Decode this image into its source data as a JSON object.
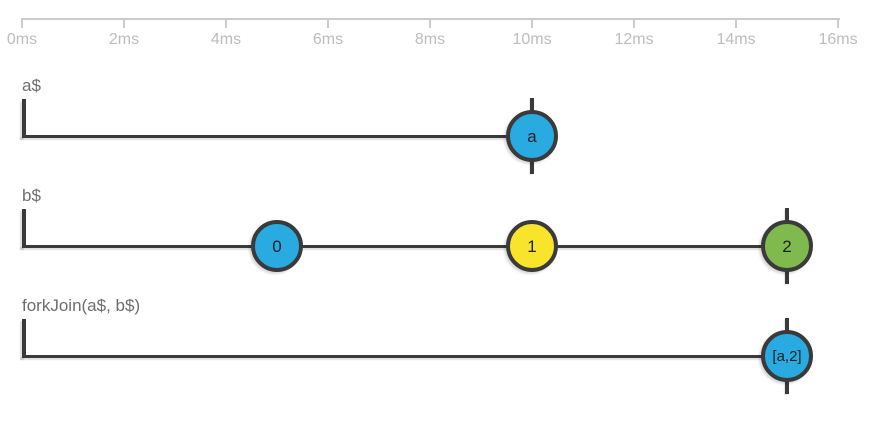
{
  "chart_data": {
    "type": "marble-diagram",
    "axis": {
      "unit": "ms",
      "min": 0,
      "max": 16,
      "tick_step": 2,
      "tick_labels": [
        "0ms",
        "2ms",
        "4ms",
        "6ms",
        "8ms",
        "10ms",
        "12ms",
        "14ms",
        "16ms"
      ],
      "tick_values": [
        0,
        2,
        4,
        6,
        8,
        10,
        12,
        14,
        16
      ]
    },
    "streams": [
      {
        "label": "a$",
        "events": [
          {
            "time_ms": 10,
            "value": "a",
            "color": "blue",
            "complete": true
          }
        ],
        "complete_at_ms": 10
      },
      {
        "label": "b$",
        "events": [
          {
            "time_ms": 5,
            "value": "0",
            "color": "blue",
            "complete": false
          },
          {
            "time_ms": 10,
            "value": "1",
            "color": "yellow",
            "complete": false
          },
          {
            "time_ms": 15,
            "value": "2",
            "color": "green",
            "complete": true
          }
        ],
        "complete_at_ms": 15
      },
      {
        "label": "forkJoin(a$, b$)",
        "events": [
          {
            "time_ms": 15,
            "value": "[a,2]",
            "color": "blue",
            "complete": true
          }
        ],
        "complete_at_ms": 15
      }
    ],
    "colors": {
      "blue": "#29abe2",
      "yellow": "#f8e52b",
      "green": "#80ba4f",
      "stroke": "#3a3a3a",
      "axis": "#cccccc",
      "axis_label": "#bdbdbd",
      "stream_label": "#6e6e6e"
    }
  }
}
